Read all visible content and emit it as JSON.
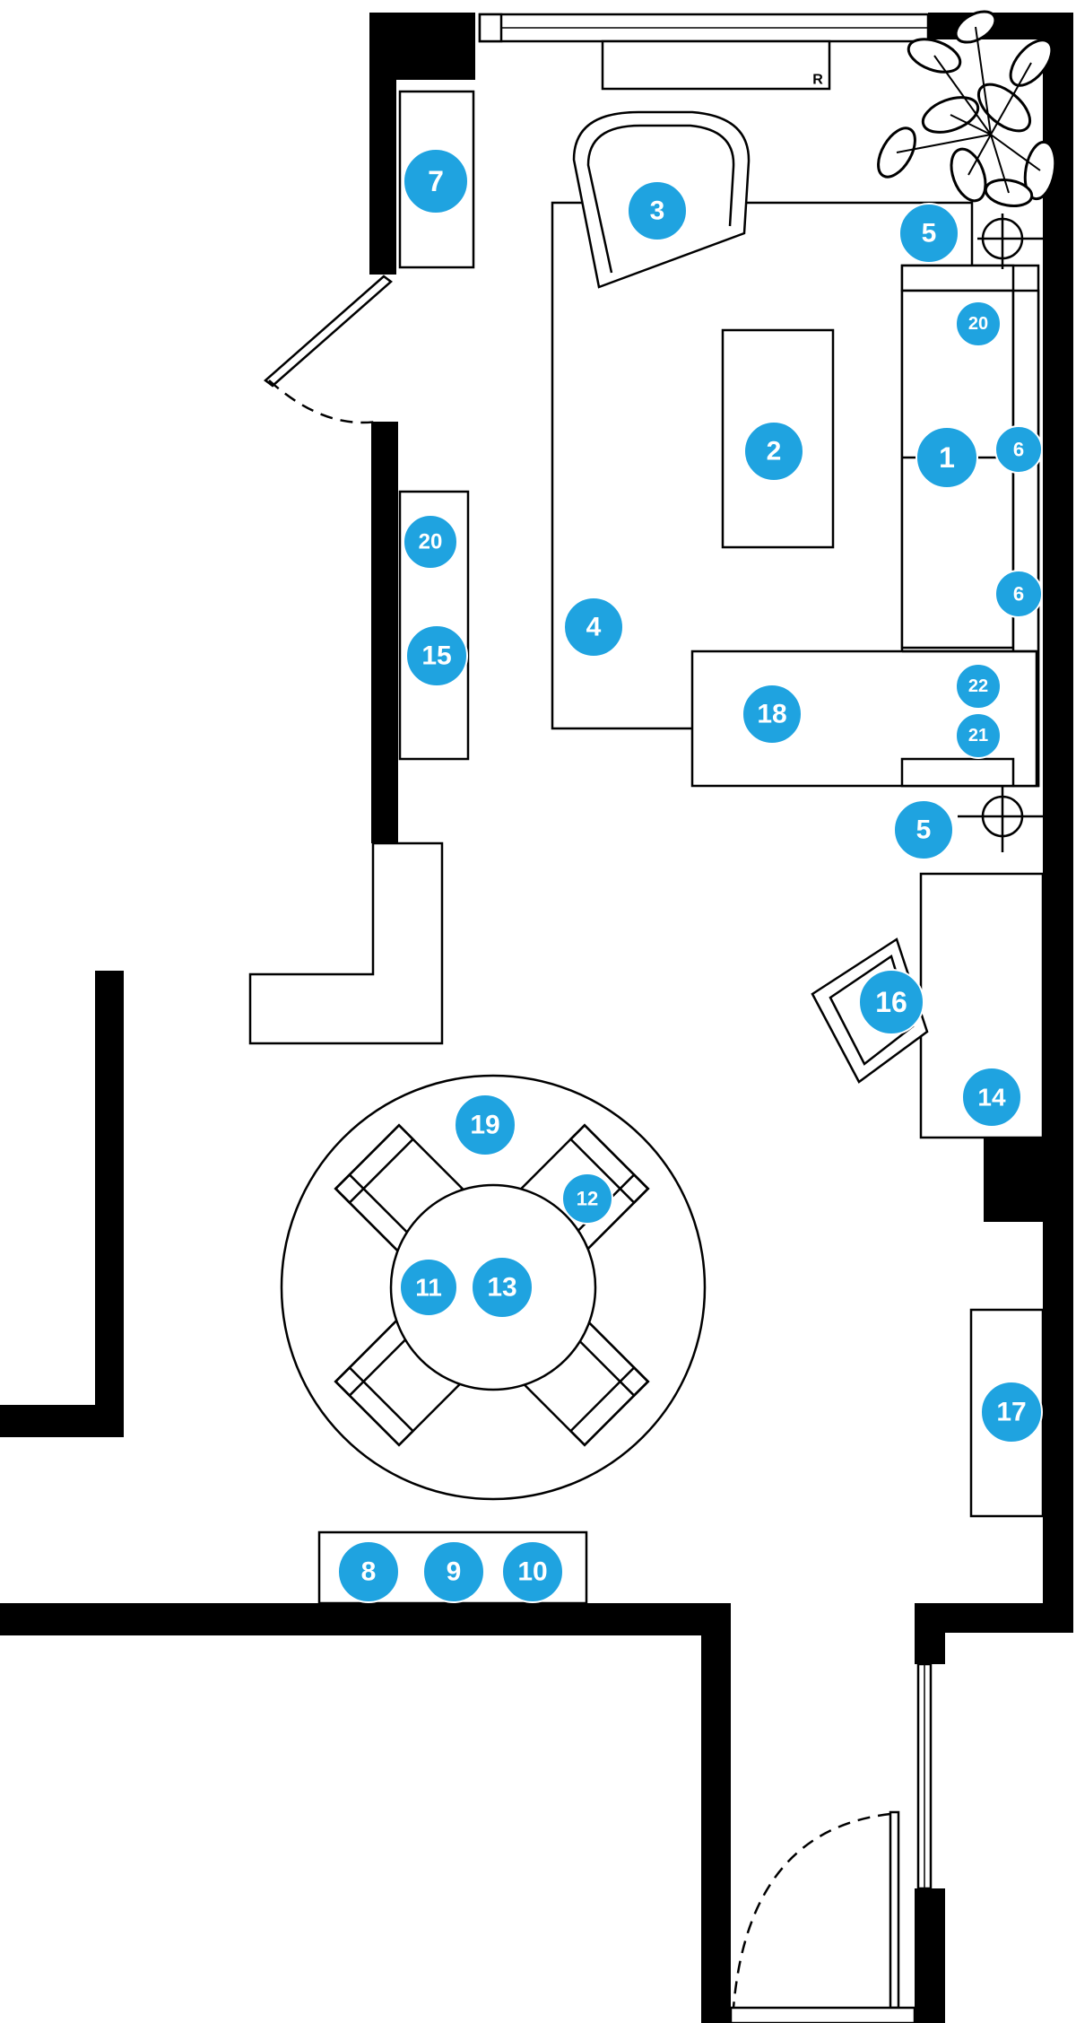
{
  "colors": {
    "marker": "#1fa3e0",
    "wall": "#000000",
    "background": "#ffffff"
  },
  "radiator_label": "R",
  "markers": [
    {
      "id": "m-1",
      "label": "1"
    },
    {
      "id": "m-2",
      "label": "2"
    },
    {
      "id": "m-3",
      "label": "3"
    },
    {
      "id": "m-4",
      "label": "4"
    },
    {
      "id": "m-5a",
      "label": "5"
    },
    {
      "id": "m-5b",
      "label": "5"
    },
    {
      "id": "m-6a",
      "label": "6"
    },
    {
      "id": "m-6b",
      "label": "6"
    },
    {
      "id": "m-7",
      "label": "7"
    },
    {
      "id": "m-8",
      "label": "8"
    },
    {
      "id": "m-9",
      "label": "9"
    },
    {
      "id": "m-10",
      "label": "10"
    },
    {
      "id": "m-11",
      "label": "11"
    },
    {
      "id": "m-12",
      "label": "12"
    },
    {
      "id": "m-13",
      "label": "13"
    },
    {
      "id": "m-14",
      "label": "14"
    },
    {
      "id": "m-15",
      "label": "15"
    },
    {
      "id": "m-16",
      "label": "16"
    },
    {
      "id": "m-17",
      "label": "17"
    },
    {
      "id": "m-18",
      "label": "18"
    },
    {
      "id": "m-19",
      "label": "19"
    },
    {
      "id": "m-20a",
      "label": "20"
    },
    {
      "id": "m-20b",
      "label": "20"
    },
    {
      "id": "m-21",
      "label": "21"
    },
    {
      "id": "m-22",
      "label": "22"
    }
  ]
}
